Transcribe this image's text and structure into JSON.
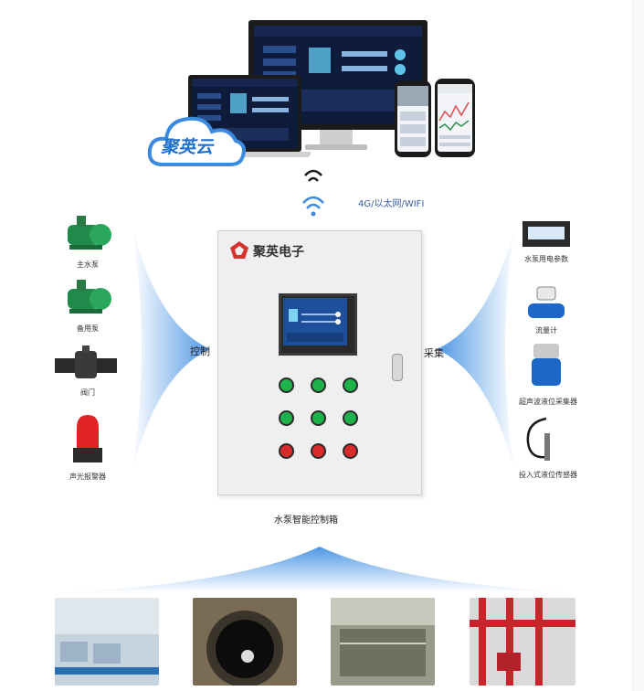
{
  "cloud_logo": "聚英云",
  "network_label": "4G/以太网/WIFI",
  "brand_name": "聚英电子",
  "control_label": "控制",
  "collect_label": "采集",
  "cabinet_caption": "水泵智能控制箱",
  "left_devices": [
    "主水泵",
    "备用泵",
    "阀门",
    "声光报警器"
  ],
  "right_devices": [
    "水泵用电参数",
    "流量计",
    "超声波液位采集器",
    "投入式液位传感器"
  ],
  "colors": {
    "accent_blue": "#3a8be0",
    "cloud_text": "#1d6fd0",
    "brand_red": "#d6322e",
    "button_green": "#1db24a",
    "button_red": "#d72a2a"
  },
  "icons": [
    "cloud-icon",
    "wifi-icon",
    "pump-icon",
    "valve-icon",
    "alarm-light-icon",
    "sensor-icon"
  ]
}
